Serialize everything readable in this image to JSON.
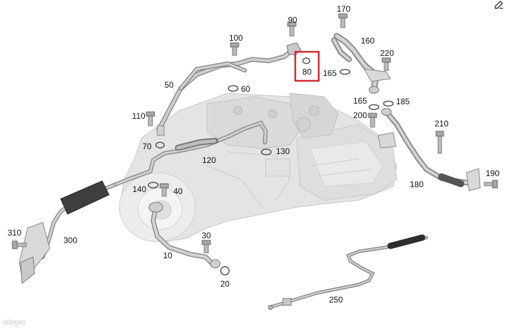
{
  "diagram": {
    "highlight_color": "#d0282e",
    "highlighted_part": "80",
    "part_labels": [
      "10",
      "20",
      "30",
      "40",
      "50",
      "60",
      "70",
      "80",
      "90",
      "100",
      "110",
      "120",
      "130",
      "140",
      "160",
      "165",
      "165",
      "170",
      "180",
      "185",
      "190",
      "200",
      "210",
      "220",
      "250",
      "300",
      "310"
    ],
    "watermark": "allegro"
  }
}
